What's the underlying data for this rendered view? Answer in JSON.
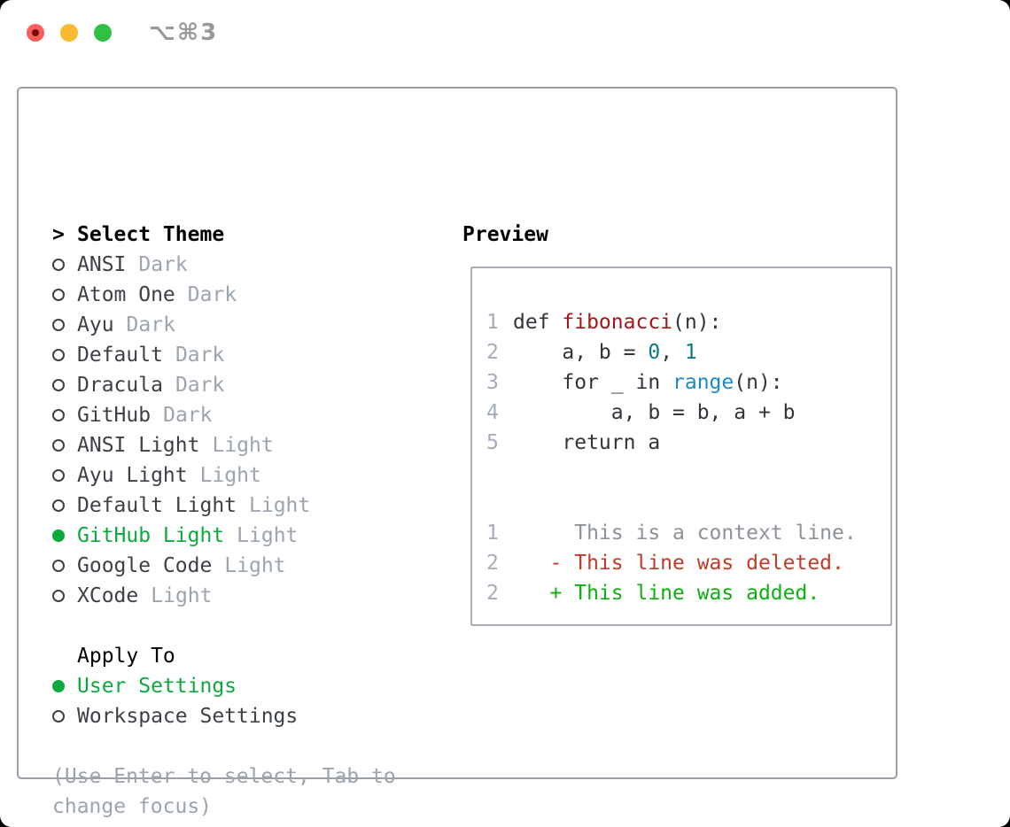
{
  "window": {
    "shortcut_label": "⌥⌘3",
    "traffic_lights": [
      "close",
      "minimize",
      "zoom"
    ]
  },
  "theme_select": {
    "title_marker": ">",
    "title": "Select Theme",
    "items": [
      {
        "name": "ANSI",
        "tag": "Dark",
        "selected": false
      },
      {
        "name": "Atom One",
        "tag": "Dark",
        "selected": false
      },
      {
        "name": "Ayu",
        "tag": "Dark",
        "selected": false
      },
      {
        "name": "Default",
        "tag": "Dark",
        "selected": false
      },
      {
        "name": "Dracula",
        "tag": "Dark",
        "selected": false
      },
      {
        "name": "GitHub",
        "tag": "Dark",
        "selected": false
      },
      {
        "name": "ANSI Light",
        "tag": "Light",
        "selected": false
      },
      {
        "name": "Ayu Light",
        "tag": "Light",
        "selected": false
      },
      {
        "name": "Default Light",
        "tag": "Light",
        "selected": false
      },
      {
        "name": "GitHub Light",
        "tag": "Light",
        "selected": true
      },
      {
        "name": "Google Code",
        "tag": "Light",
        "selected": false
      },
      {
        "name": "XCode",
        "tag": "Light",
        "selected": false
      }
    ]
  },
  "apply_to": {
    "title": "Apply To",
    "options": [
      {
        "name": "User Settings",
        "selected": true
      },
      {
        "name": "Workspace Settings",
        "selected": false
      }
    ]
  },
  "hint": {
    "line1": "(Use Enter to select, Tab to",
    "line2": "change focus)"
  },
  "preview": {
    "title": "Preview",
    "code_lines": [
      {
        "num": "1",
        "segments": [
          {
            "t": "def ",
            "c": "default"
          },
          {
            "t": "fibonacci",
            "c": "function"
          },
          {
            "t": "(n):",
            "c": "default"
          }
        ]
      },
      {
        "num": "2",
        "segments": [
          {
            "t": "    a, b = ",
            "c": "default"
          },
          {
            "t": "0",
            "c": "number"
          },
          {
            "t": ", ",
            "c": "default"
          },
          {
            "t": "1",
            "c": "number"
          }
        ]
      },
      {
        "num": "3",
        "segments": [
          {
            "t": "    for _ in ",
            "c": "default"
          },
          {
            "t": "range",
            "c": "builtin"
          },
          {
            "t": "(n):",
            "c": "default"
          }
        ]
      },
      {
        "num": "4",
        "segments": [
          {
            "t": "        a, b = b, a + b",
            "c": "default"
          }
        ]
      },
      {
        "num": "5",
        "segments": [
          {
            "t": "    return a",
            "c": "default"
          }
        ]
      }
    ],
    "diff_lines": [
      {
        "num": "1",
        "text": "     This is a context line.",
        "kind": "context"
      },
      {
        "num": "2",
        "text": "   - This line was deleted.",
        "kind": "deleted"
      },
      {
        "num": "2",
        "text": "   + This line was added.",
        "kind": "added"
      }
    ]
  },
  "colors": {
    "accent_green": "#0caa3c",
    "traffic_red": "#f5605a",
    "traffic_red_dot": "#7e0b0b",
    "traffic_yellow": "#f8bb30",
    "traffic_green": "#30c144",
    "shortcut_text": "#98989d",
    "panel_border": "#9aa0a8",
    "preview_border": "#a8aeb7",
    "text_primary": "#000000",
    "text_name": "#3c4148",
    "text_tag": "#9ba4af",
    "text_hint": "#9ba4af",
    "radio_outline": "#3c4148",
    "line_number": "#a3acb9",
    "code": {
      "default": "#30353c",
      "function": "#a31518",
      "number": "#0e7a86",
      "builtin": "#1e88c7",
      "context": "#8b929b",
      "deleted": "#c23a27",
      "added": "#0eb00e"
    }
  }
}
